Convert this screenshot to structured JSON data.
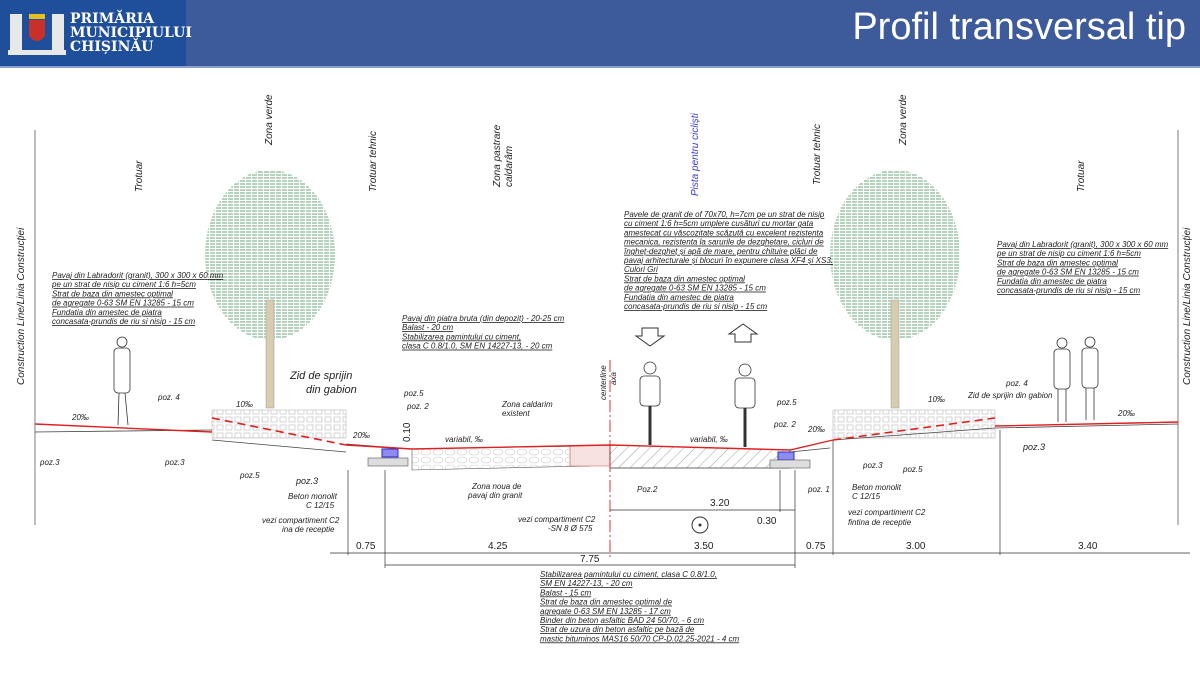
{
  "header": {
    "logo_lines": [
      "PRIMĂRIA",
      "MUNICIPIULUI",
      "CHIȘINĂU"
    ],
    "title": "Profil transversal tip"
  },
  "colors": {
    "header": "#3d5a9a",
    "logo_bg": "#1f4e9b",
    "profile_line": "#e02020",
    "tree": "#6aa57a",
    "bike_label": "#3a3ad0"
  },
  "zones": [
    "Trotuar",
    "Zona verde",
    "Trotuar tehnic",
    "Zona pastrare",
    "caldarâm",
    "Pista pentru cicliști",
    "Trotuar tehnic",
    "Zona verde",
    "Trotuar"
  ],
  "construction_line": "Construction Line/Linia Construcției",
  "notes": {
    "left_sidewalk": [
      "Pavaj din Labradorit (granit), 300 x 300 x 60 mm",
      "pe un strat de nisip cu ciment 1:6 h=5cm",
      "Strat de baza din amestec optimal",
      "de agregate 0-63 SM EN 13285          - 15 cm",
      "Fundatia din amestec de piatra",
      "concasata-prundis de riu si nisip      - 15 cm"
    ],
    "right_sidewalk": [
      "Pavaj din Labradorit (granit), 300 x 300 x 60 mm",
      "pe un strat de nisip cu ciment 1:6 h=5cm",
      "Strat de baza din amestec optimal",
      "de agregate 0-63 SM EN 13285          - 15 cm",
      "Fundatia din amestec de piatra",
      "concasata-prundis de riu si nisip      - 15 cm"
    ],
    "cobble": [
      "Pavaj din piatra bruta (din depozit)         - 20-25 cm",
      "Balast                                              - 20 cm",
      "Stabilizarea pamintului cu ciment,",
      "clasa  C 0.8/1.0, SM EN 14227-13,           - 20 cm"
    ],
    "bike": [
      "Pavele de granit de of 70x70,  h=7cm pe un strat de nisip",
      "cu ciment 1:6 h=5cm umplere cusături cu mortar gata",
      "amestecat cu văscozitate scăzută cu excelent rezistenta",
      "mecanica, rezistenta la sarurile de dezghetare, cicluri de",
      "îngheț-dezgheț și apă de mare, pentru chituire plăci de",
      "pavaj arhitecturale și blocuri în expunere clasa XF4 și XS3.",
      "Culori Gri",
      "Strat de baza din amestec optimal",
      "de agregate 0-63 SM EN 13285          - 15 cm",
      "Fundatia din amestec de piatra",
      "concasata-prundis de riu si nisip      - 15 cm"
    ],
    "road": [
      "Stabilizarea pamintului cu ciment, clasa C 0.8/1.0,",
      "SM EN 14227-13,                                               - 20 cm",
      "Balast                                                            - 15 cm",
      "Strat de baza din amestec optimal de",
      "agregate 0-63  SM EN 13285                              - 17 cm",
      "Binder din beton asfaltic BAD 24 50/70,              - 6 cm",
      "Strat de uzura din beton asfaltic pe bază de",
      "mastic bituminos MAS16 50/70 CP-D.02.25-2021   - 4 cm"
    ]
  },
  "labels": {
    "gabion_left": [
      "Zid de sprijin",
      "din gabion"
    ],
    "gabion_right": "Zid de sprijin din gabion",
    "caldarim": [
      "Zona caldarim",
      "existent"
    ],
    "pavaj_nou": [
      "Zona noua de",
      "pavaj din granit"
    ],
    "beton_left": [
      "Beton monolit",
      "C 12/15"
    ],
    "beton_right": [
      "Beton monolit",
      "C 12/15"
    ],
    "vezi_left": [
      "vezi compartiment C2",
      "ina de receptie"
    ],
    "vezi_mid": [
      "vezi compartiment C2",
      "-SN 8 Ø 575"
    ],
    "vezi_right": [
      "vezi compartiment C2",
      "fintina de receptie"
    ],
    "centerline": "centerline",
    "axa": "axa",
    "variabil": "variabil, ‰",
    "slope_20": "20‰",
    "slope_10": "10‰",
    "h010": "0.10",
    "poz": {
      "p3": "poz.3",
      "p4": "poz. 4",
      "p5": "poz.5",
      "p2": "poz. 2",
      "P2": "Poz.2",
      "p1": "poz. 1"
    }
  },
  "dimensions": {
    "d1": "0.75",
    "d2": "4.25",
    "d3": "3.50",
    "d4": "0.75",
    "d5": "3.00",
    "d6": "3.40",
    "total": "7.75",
    "bike": "3.20",
    "gap": "0.30"
  }
}
